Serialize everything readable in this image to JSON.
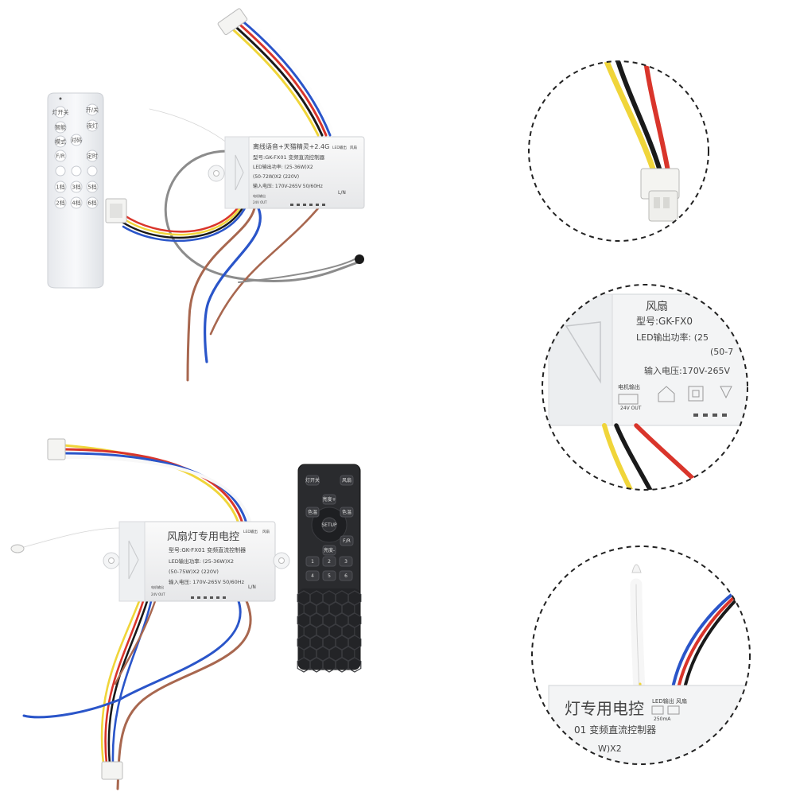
{
  "image": {
    "layout": "product photo collage: two controller kits on the left, three circular detail callouts on the right",
    "background": "#ffffff"
  },
  "kit_top": {
    "module": {
      "line1": "离线语音+天猫精灵+2.4G",
      "line2": "型号:GK-FX01 变频直流控制器",
      "line3": "LED输出功率: (25-36W)X2",
      "line4": "(50-72W)X2 (220V)",
      "line5": "输入电压: 170V-265V  50/60Hz",
      "tag_out": "LED输出",
      "tag_fan": "风扇",
      "terminals": "L/N",
      "bottom_left": "电机输出",
      "bottom_out": "24V OUT"
    },
    "remote": {
      "color": "#f2f3f5",
      "keys": [
        "灯开关",
        "开/关",
        "智能",
        "模式",
        "夜灯",
        "对码",
        "F/R",
        "定时",
        "1档",
        "3档",
        "5档",
        "2档",
        "4档",
        "6档"
      ]
    }
  },
  "kit_bottom": {
    "module": {
      "line1": "风扇灯专用电控",
      "line2": "型号:GK-FX01 变频直流控制器",
      "line3": "LED输出功率: (25-36W)X2",
      "line4": "(50-75W)X2 (220V)",
      "line5": "输入电压: 170V-265V  50/60Hz",
      "tag_out": "LED输出",
      "tag_fan": "风扇",
      "terminals": "L/N",
      "bottom_left": "电机输出",
      "bottom_out": "24V OUT"
    },
    "remote": {
      "color": "#2a2b2e",
      "keys": [
        "灯开关",
        "风扇",
        "亮度+",
        "亮度-",
        "色温",
        "色温",
        "SETUP",
        "F/R",
        "1",
        "2",
        "3",
        "4",
        "5",
        "6"
      ]
    }
  },
  "callouts": [
    {
      "subject": "yellow-black-red wire harness with white 3-pin connector"
    },
    {
      "subject": "module close-up with output wires",
      "label_top": "风扇",
      "model": "型号:GK-FX0",
      "power": "LED输出功率: (25",
      "power2": "(50-7",
      "voltage": "输入电压:170V-265V",
      "motor": "电机输出",
      "out": "24V OUT"
    },
    {
      "subject": "white wire and red-blue-black wires entering module",
      "title": "灯专用电控",
      "tag_out": "LED输出",
      "tag_fan": "风扇",
      "current": "250mA",
      "subtitle": "01 变频直流控制器",
      "power": "W)X2"
    }
  ],
  "colors": {
    "wire_red": "#d9352b",
    "wire_blue": "#2a55c9",
    "wire_yellow": "#f0d53a",
    "wire_black": "#1a1a1a",
    "wire_gray": "#8c8c8c",
    "wire_brown": "#a8674f",
    "module_body": "#f4f5f6",
    "callout_border": "#222222"
  }
}
